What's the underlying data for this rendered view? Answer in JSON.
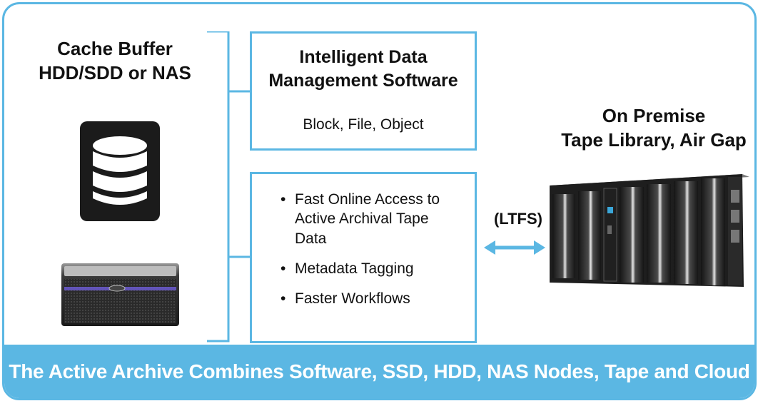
{
  "left": {
    "title_line1": "Cache Buffer",
    "title_line2": "HDD/SDD or NAS"
  },
  "software_box": {
    "title_line1": "Intelligent Data",
    "title_line2": "Management Software",
    "subtitle": "Block, File, Object"
  },
  "features_box": {
    "bullets": [
      "Fast Online Access to Active Archival Tape Data",
      "Metadata Tagging",
      "Faster Workflows"
    ]
  },
  "connector": {
    "label": "(LTFS)"
  },
  "right": {
    "title_line1": "On Premise",
    "title_line2": "Tape Library, Air Gap"
  },
  "footer": {
    "text": "The Active Archive Combines Software, SSD, HDD, NAS Nodes, Tape and Cloud"
  },
  "colors": {
    "accent": "#5BB7E3",
    "text": "#111111",
    "footer_text": "#FFFFFF",
    "device_dark": "#1B1B1B"
  },
  "icons": [
    "database-icon",
    "server-appliance-icon",
    "tape-library-icon",
    "double-arrow-icon"
  ]
}
